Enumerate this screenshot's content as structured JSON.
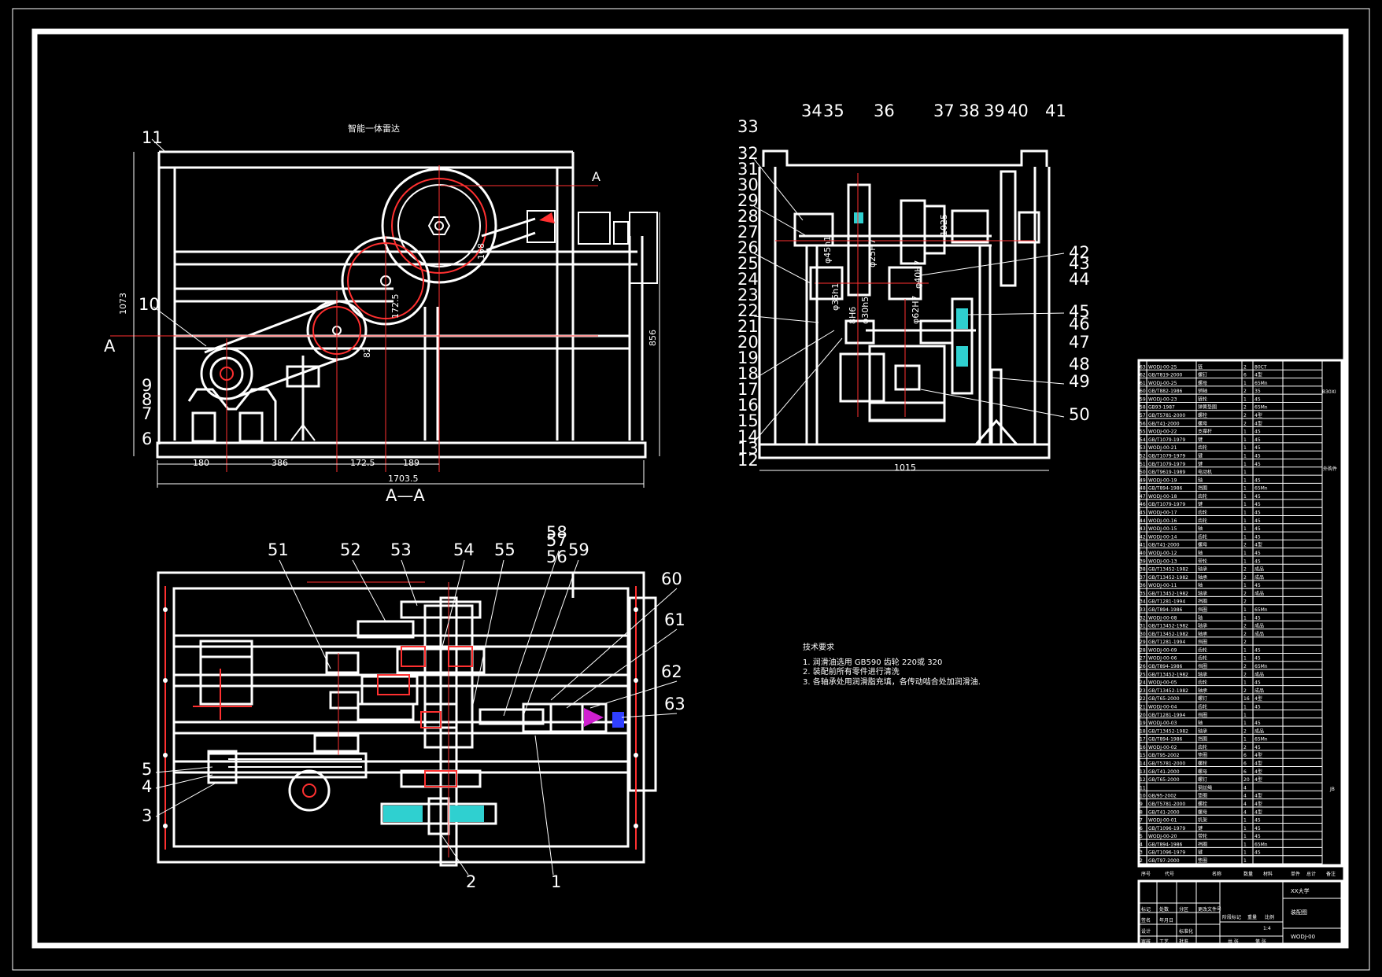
{
  "front_view": {
    "header": "智能一体雷达",
    "section_marks": [
      "A",
      "A"
    ],
    "section_title": "A—A",
    "callouts": [
      "11",
      "10",
      "9",
      "8",
      "7",
      "6"
    ],
    "dims": {
      "overall_width": "1703.5",
      "seg1": "180",
      "seg2": "386",
      "seg3": "172.5",
      "seg4": "189",
      "height_left": "1073",
      "height_right": "856",
      "center_a": "172.5",
      "center_b": "82",
      "center_c": "168"
    }
  },
  "side_view": {
    "callouts_top": [
      "33",
      "34",
      "35",
      "36",
      "37",
      "38",
      "39",
      "40",
      "41"
    ],
    "callouts_left": [
      "32",
      "31",
      "30",
      "29",
      "28",
      "27",
      "26",
      "25",
      "24",
      "23",
      "22",
      "21",
      "20",
      "19",
      "18",
      "17",
      "16",
      "15",
      "14",
      "13",
      "12"
    ],
    "callouts_right": [
      "42",
      "43",
      "44",
      "45",
      "46",
      "47",
      "48",
      "49",
      "50"
    ],
    "dims": {
      "width": "1015",
      "d1": "φ45h1",
      "d2": "φ25H7",
      "d3": "φ35h1",
      "d4": "φ30h5",
      "d5": "8H6",
      "d6": "φ62H7",
      "d7": "φ40H7",
      "d8": "1025"
    }
  },
  "plan_view": {
    "callouts_top": [
      "51",
      "52",
      "53",
      "54",
      "55",
      "57",
      "58",
      "56",
      "59"
    ],
    "callouts_right": [
      "60",
      "61",
      "62",
      "63"
    ],
    "callouts_left": [
      "5",
      "4",
      "3"
    ],
    "callouts_bottom": [
      "2",
      "1"
    ]
  },
  "notes": {
    "title": "技术要求",
    "lines": [
      "1. 润滑油选用 GB590 齿轮 220或 320",
      "2. 装配前所有零件进行清洗",
      "3. 各轴承处用润滑脂充填，各传动啮合处加润滑油."
    ]
  },
  "parts_list": {
    "rows": [
      [
        "63",
        "WODJ-00-25",
        "链",
        "2",
        "80CT"
      ],
      [
        "62",
        "GB/T819-2000",
        "螺钉",
        "6",
        "4型"
      ],
      [
        "61",
        "WODJ-00-25",
        "螺母",
        "1",
        "65Mn"
      ],
      [
        "60",
        "GB/T882-1986",
        "销轴",
        "2",
        "35"
      ],
      [
        "59",
        "WODJ-00-23",
        "链轮",
        "1",
        "45"
      ],
      [
        "58",
        "GB93-1987",
        "弹簧垫圈",
        "2",
        "65Mn"
      ],
      [
        "57",
        "GB/T5781-2000",
        "螺栓",
        "2",
        "4型"
      ],
      [
        "56",
        "GB/T41-2000",
        "螺母",
        "2",
        "4型"
      ],
      [
        "55",
        "WODJ-00-22",
        "支撑杆",
        "1",
        "45"
      ],
      [
        "54",
        "GB/T1079-1979",
        "键",
        "1",
        "45"
      ],
      [
        "53",
        "WODJ-00-21",
        "齿轮",
        "1",
        "45"
      ],
      [
        "52",
        "GB/T1079-1979",
        "键",
        "1",
        "45"
      ],
      [
        "51",
        "GB/T1079-1979",
        "键",
        "1",
        "45"
      ],
      [
        "50",
        "GB/T9619-1989",
        "电动机",
        "1",
        ""
      ],
      [
        "49",
        "WODJ-00-19",
        "轴",
        "1",
        "45"
      ],
      [
        "48",
        "GB/T894-1986",
        "挡圈",
        "1",
        "65Mn"
      ],
      [
        "47",
        "WODJ-00-18",
        "齿轮",
        "1",
        "45"
      ],
      [
        "46",
        "GB/T1079-1979",
        "键",
        "1",
        "45"
      ],
      [
        "45",
        "WODJ-00-17",
        "齿轮",
        "1",
        "45"
      ],
      [
        "44",
        "WODJ-00-16",
        "齿轮",
        "1",
        "45"
      ],
      [
        "43",
        "WODJ-00-15",
        "轴",
        "1",
        "45"
      ],
      [
        "42",
        "WODJ-00-14",
        "齿轮",
        "1",
        "45"
      ],
      [
        "41",
        "GB/T41-2000",
        "螺母",
        "2",
        "4型"
      ],
      [
        "40",
        "WODJ-00-12",
        "轴",
        "1",
        "45"
      ],
      [
        "39",
        "WODJ-00-13",
        "带轮",
        "1",
        "45"
      ],
      [
        "38",
        "GB/T13452-1982",
        "轴承",
        "2",
        "成品"
      ],
      [
        "37",
        "GB/T13452-1982",
        "轴承",
        "2",
        "成品"
      ],
      [
        "36",
        "WODJ-00-11",
        "轴",
        "1",
        "45"
      ],
      [
        "35",
        "GB/T13452-1982",
        "轴承",
        "2",
        "成品"
      ],
      [
        "34",
        "GB/T1281-1994",
        "挡圈",
        "2",
        ""
      ],
      [
        "33",
        "GB/T894-1986",
        "挡圈",
        "1",
        "65Mn"
      ],
      [
        "32",
        "WODJ-00-08",
        "轴",
        "1",
        "45"
      ],
      [
        "31",
        "GB/T13452-1982",
        "轴承",
        "2",
        "成品"
      ],
      [
        "30",
        "GB/T13452-1982",
        "轴承",
        "2",
        "成品"
      ],
      [
        "29",
        "GB/T1281-1994",
        "挡圈",
        "2",
        ""
      ],
      [
        "28",
        "WODJ-00-09",
        "齿轮",
        "1",
        "45"
      ],
      [
        "27",
        "WODJ-00-06",
        "齿轮",
        "1",
        "45"
      ],
      [
        "26",
        "GB/T894-1986",
        "挡圈",
        "2",
        "65Mn"
      ],
      [
        "25",
        "GB/T13452-1982",
        "轴承",
        "2",
        "成品"
      ],
      [
        "24",
        "WODJ-00-05",
        "齿轮",
        "1",
        "45"
      ],
      [
        "23",
        "GB/T13452-1982",
        "轴承",
        "2",
        "成品"
      ],
      [
        "22",
        "GB/T65-2000",
        "螺钉",
        "16",
        "4型"
      ],
      [
        "21",
        "WODJ-00-04",
        "齿轮",
        "1",
        "45"
      ],
      [
        "20",
        "GB/T1281-1994",
        "挡圈",
        "1",
        ""
      ],
      [
        "19",
        "WODJ-00-03",
        "轴",
        "1",
        "45"
      ],
      [
        "18",
        "GB/T13452-1982",
        "轴承",
        "2",
        "成品"
      ],
      [
        "17",
        "GB/T894-1986",
        "挡圈",
        "1",
        "65Mn"
      ],
      [
        "16",
        "WODJ-00-02",
        "齿轮",
        "2",
        "45"
      ],
      [
        "15",
        "GB/T95-2002",
        "垫圈",
        "6",
        "4型"
      ],
      [
        "14",
        "GB/T5781-2000",
        "螺栓",
        "6",
        "4型"
      ],
      [
        "13",
        "GB/T41-2000",
        "螺母",
        "6",
        "4型"
      ],
      [
        "12",
        "GB/T65-2000",
        "螺钉",
        "20",
        "4型"
      ],
      [
        "11",
        "",
        "钢丝绳",
        "4",
        ""
      ],
      [
        "10",
        "GB/95-2002",
        "垫圈",
        "4",
        "4型"
      ],
      [
        "9",
        "GB/T5781-2000",
        "螺栓",
        "4",
        "4型"
      ],
      [
        "8",
        "GB/T41-2000",
        "螺母",
        "4",
        "4型"
      ],
      [
        "7",
        "WODJ-00-01",
        "机架",
        "1",
        "45"
      ],
      [
        "6",
        "GB/T1096-1979",
        "键",
        "1",
        "45"
      ],
      [
        "5",
        "WODJ-00-20",
        "带轮",
        "1",
        "45"
      ],
      [
        "4",
        "GB/T894-1986",
        "挡圈",
        "1",
        "65Mn"
      ],
      [
        "3",
        "GB/T1096-1979",
        "键",
        "1",
        "45"
      ],
      [
        "2",
        "GB/T97-2000",
        "垫圈",
        "1",
        ""
      ]
    ],
    "header_cols": [
      "序号",
      "代号",
      "名称",
      "数量",
      "材料",
      "单件",
      "总计",
      "备注"
    ],
    "side_notes": [
      "B30XI",
      "外购件",
      "JB"
    ]
  },
  "title_block": {
    "school": "XX大学",
    "drawing_name": "装配图",
    "drawing_no": "WODJ-00",
    "scale": "1:4",
    "cells": [
      "标记",
      "处数",
      "分区",
      "更改文件号",
      "签名",
      "年月日",
      "设计",
      "标准化",
      "阶段标记",
      "重量",
      "比例",
      "审核",
      "工艺",
      "批准",
      "共 张",
      "第 张"
    ]
  }
}
